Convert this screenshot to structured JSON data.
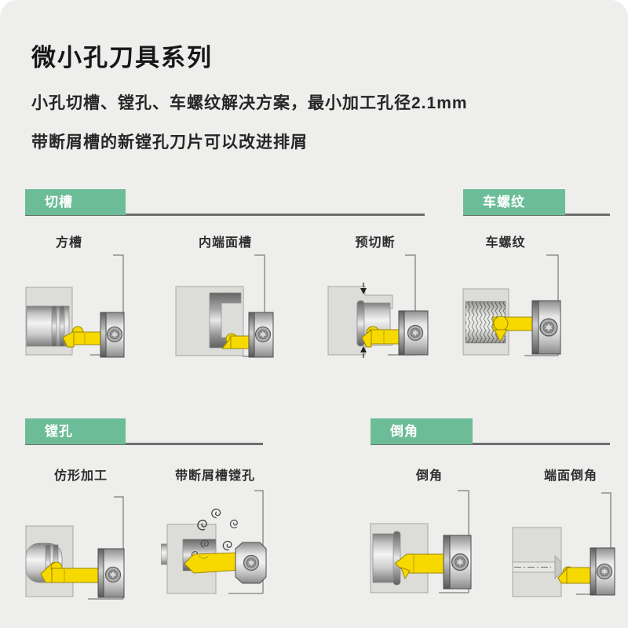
{
  "page": {
    "title": "微小孔刀具系列",
    "subtitle_line1": "小孔切槽、镗孔、车螺纹解决方案，最小加工孔径2.1mm",
    "subtitle_line2": "带断屑槽的新镗孔刀片可以改进排屑"
  },
  "sections": [
    {
      "header": "切槽",
      "items": [
        {
          "label": "方槽"
        },
        {
          "label": "内端面槽"
        },
        {
          "label": "预切断"
        }
      ]
    },
    {
      "header": "车螺纹",
      "items": [
        {
          "label": "车螺纹"
        }
      ]
    },
    {
      "header": "镗孔",
      "items": [
        {
          "label": "仿形加工"
        },
        {
          "label": "带断屑槽镗孔"
        }
      ]
    },
    {
      "header": "倒角",
      "items": [
        {
          "label": "倒角"
        },
        {
          "label": "端面倒角"
        }
      ]
    }
  ],
  "colors": {
    "background": "#eeeeec",
    "accent_green": "#6cbd97",
    "tool_yellow": "#f7d900",
    "underline_gray": "#6e6e6e"
  }
}
